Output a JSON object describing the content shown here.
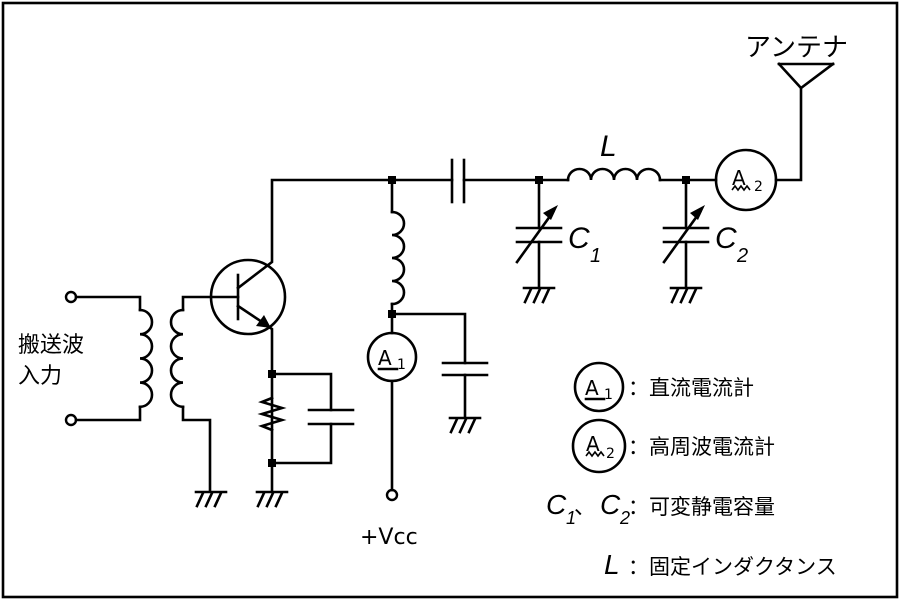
{
  "labels": {
    "antenna": "アンテナ",
    "carrier_input_line1": "搬送波",
    "carrier_input_line2": "入力",
    "vcc": "+Vcc",
    "inductor": "L",
    "c1_letter": "C",
    "c1_sub": "1",
    "c2_letter": "C",
    "c2_sub": "2",
    "meter_a1_letter": "A",
    "meter_a1_sub": "1",
    "meter_a2_letter": "A",
    "meter_a2_sub": "2"
  },
  "legend": {
    "a1_desc": "：直流電流計",
    "a2_desc": "：高周波電流計",
    "c_sep": "、",
    "c_desc": "：可変静電容量",
    "l_letter": "L",
    "l_desc": "：固定インダクタンス"
  },
  "colors": {
    "line": "#000000",
    "background": "#ffffff"
  }
}
